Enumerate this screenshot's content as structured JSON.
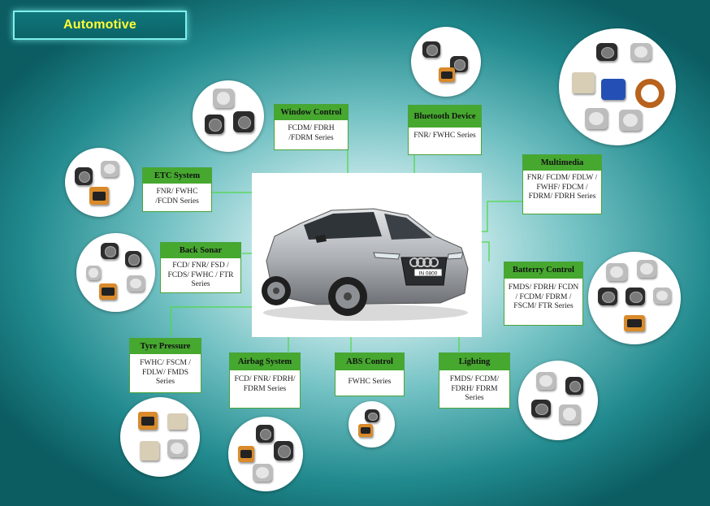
{
  "title": "Automotive",
  "applications": {
    "window_control": {
      "name": "Window Control",
      "series": "FCDM/ FDRH /FDRM Series"
    },
    "bluetooth": {
      "name": "Bluetooth Device",
      "series": "FNR/ FWHC Series"
    },
    "multimedia": {
      "name": "Multimedia",
      "series": "FNR/ FCDM/ FDLW / FWHF/ FDCM / FDRM/ FDRH Series"
    },
    "etc_system": {
      "name": "ETC System",
      "series": "FNR/ FWHC /FCDN Series"
    },
    "back_sonar": {
      "name": "Back Sonar",
      "series": "FCD/ FNR/ FSD / FCDS/ FWHC / FTR Series"
    },
    "battery_control": {
      "name": "Batterry Control",
      "series": "FMDS/ FDRH/ FCDN / FCDM/ FDRM / FSCM/ FTR Series"
    },
    "tyre_pressure": {
      "name": "Tyre Pressure",
      "series": "FWHC/ FSCM / FDLW/ FMDS Series"
    },
    "airbag": {
      "name": "Airbag System",
      "series": "FCD/ FNR/ FDRH/ FDRM Series"
    },
    "abs": {
      "name": "ABS Control",
      "series": "FWHC Series"
    },
    "lighting": {
      "name": "Lighting",
      "series": "FMDS/ FCDM/ FDRH/ FDRM Series"
    }
  },
  "car": {
    "plate": "IN 0800"
  },
  "colors": {
    "label_header": "#46a82f",
    "title_text": "#ffff33",
    "background": "#218a8e"
  }
}
